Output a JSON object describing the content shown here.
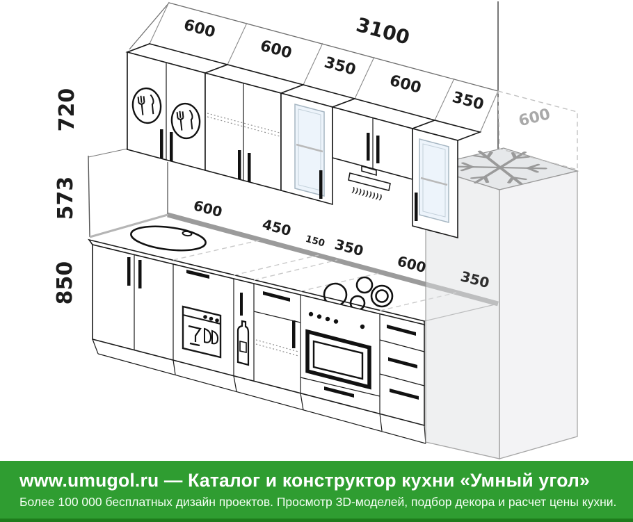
{
  "diagram": {
    "dims_mm": {
      "total_width": "3100",
      "upper_row": [
        "600",
        "600",
        "350",
        "600",
        "350"
      ],
      "fridge_width": "600",
      "heights": {
        "upper": "720",
        "gap": "573",
        "base": "850"
      },
      "base_row": [
        "600",
        "450",
        "150",
        "350",
        "600",
        "350"
      ]
    },
    "icons": {
      "plate": "plate-fork-knife-icon",
      "snowflake": "snowflake-icon",
      "sink": "sink-icon",
      "hob": "hob-burners-icon",
      "dishwasher": "dishwasher-icon",
      "bottle": "bottle-icon",
      "oven": "oven-icon",
      "hood_vent_glyph": ")))))))))"
    },
    "colors": {
      "line": "#1a1a1a",
      "backsplash_band": "#9b9b9b",
      "glass": "#edf4fb",
      "fridge_gray": "#e4e6e8",
      "dash_gray": "#c2c2c2",
      "dim_gray_label": "#a9a9a9"
    }
  },
  "footer": {
    "title": "www.umugol.ru — Каталог и конструктор кухни «Умный угол»",
    "subtitle": "Более 100 000 бесплатных дизайн проектов. Просмотр 3D-моделей, подбор декора и расчет цены кухни.",
    "colors": {
      "bar": "#2f9d31",
      "bar_dark": "#1e7c1c",
      "text": "#ffffff"
    }
  }
}
